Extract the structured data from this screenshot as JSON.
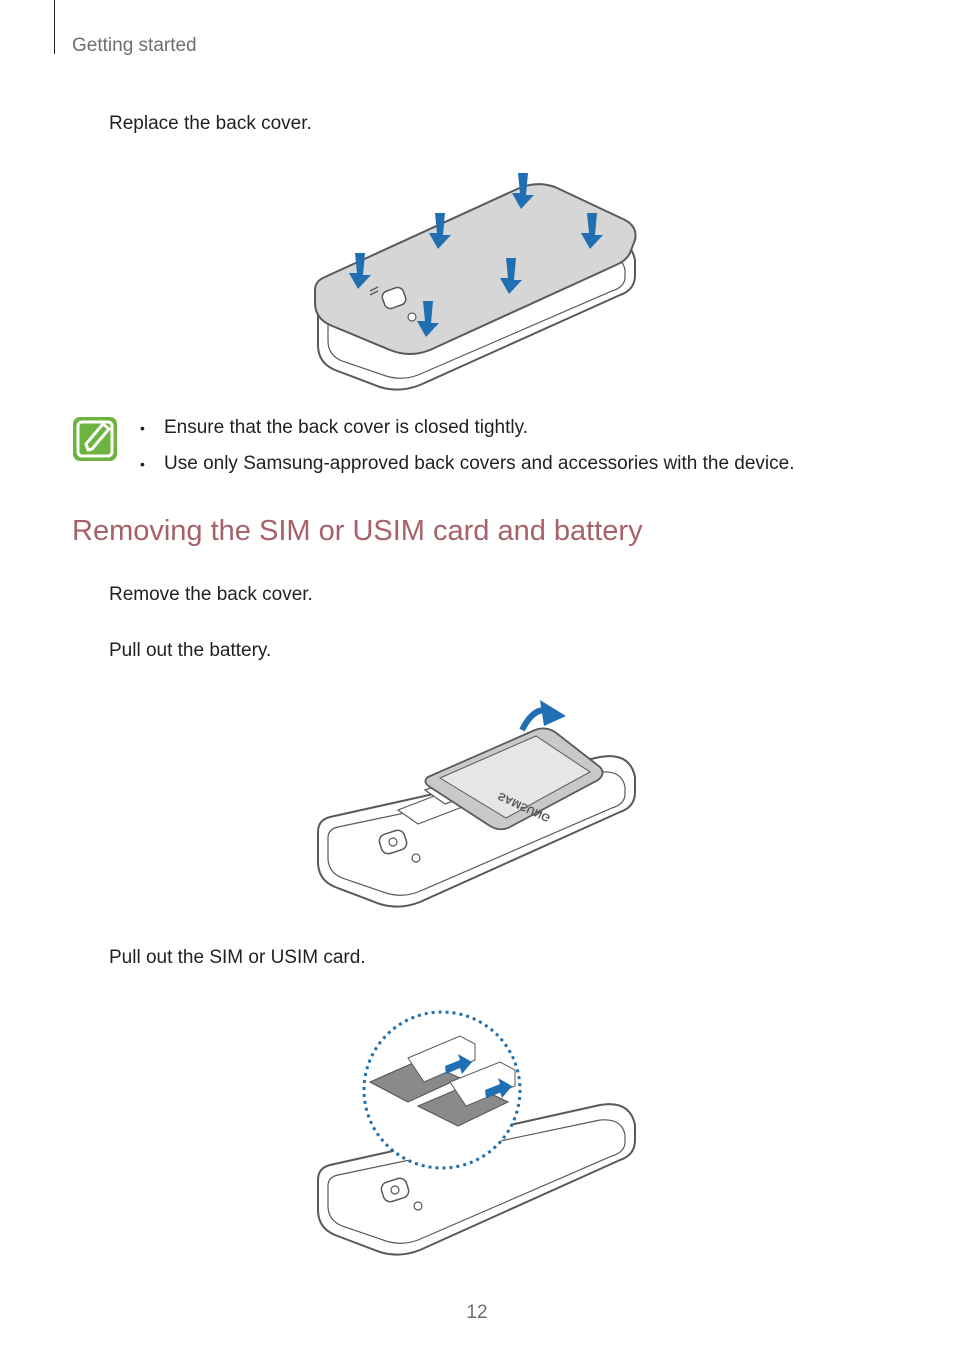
{
  "header": {
    "section": "Getting started"
  },
  "steps": {
    "replace_cover": "Replace the back cover.",
    "remove_cover": "Remove the back cover.",
    "pull_battery": "Pull out the battery.",
    "pull_sim": "Pull out the SIM or USIM card."
  },
  "note": {
    "icon": "note-pencil-icon",
    "bullet": "•",
    "items": [
      "Ensure that the back cover is closed tightly.",
      "Use only Samsung-approved back covers and accessories with the device."
    ]
  },
  "section_title": "Removing the SIM or USIM card and battery",
  "figures": {
    "battery_brand": "SAMSUNG"
  },
  "colors": {
    "accent": "#a8606a",
    "arrow": "#1f6fb2",
    "note_icon": "#6cb33f",
    "cover": "#d6d6d6"
  },
  "page_number": "12"
}
